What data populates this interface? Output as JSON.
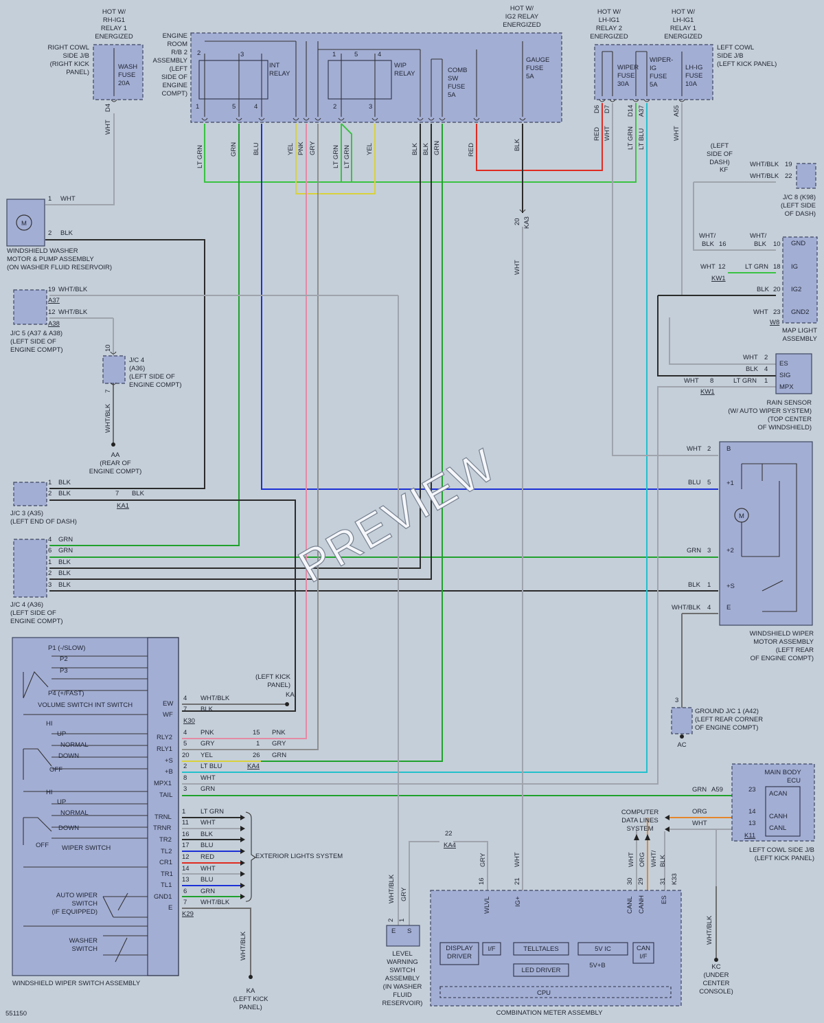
{
  "watermark": "PREVIEW",
  "figure_id": "551150",
  "colors": {
    "WHT": "#9fa4ac",
    "BLK": "#2b2b2b",
    "GRN": "#1fa12c",
    "LT_GRN": "#39c241",
    "BLU": "#1b2fd6",
    "LT_BLU": "#22c0cc",
    "YEL": "#d9d23c",
    "PNK": "#e58aa4",
    "GRY": "#8e8e8e",
    "RED": "#e02a20",
    "ORG": "#e4862a",
    "WHT_BLK": "#6e6e6e"
  },
  "components": {
    "wash_jb_title": [
      "HOT W/",
      "RH-IG1",
      "RELAY 1",
      "ENERGIZED"
    ],
    "right_cowl": [
      "RIGHT COWL",
      "SIDE J/B",
      "(RIGHT KICK",
      "PANEL)"
    ],
    "wash_fuse": [
      "WASH",
      "FUSE",
      "20A"
    ],
    "engine_room": [
      "ENGINE",
      "ROOM",
      "R/B 2",
      "ASSEMBLY",
      "(LEFT",
      "SIDE OF",
      "ENGINE",
      "COMPT)"
    ],
    "int_relay": [
      "INT",
      "RELAY"
    ],
    "wip_relay": [
      "WIP",
      "RELAY"
    ],
    "comb_fuse": [
      "COMB",
      "SW",
      "FUSE",
      "5A"
    ],
    "ig2_title": [
      "HOT W/",
      "IG2 RELAY",
      "ENERGIZED"
    ],
    "gauge_fuse": [
      "GAUGE",
      "FUSE",
      "5A"
    ],
    "lh_relay2": [
      "HOT W/",
      "LH-IG1",
      "RELAY 2",
      "ENERGIZED"
    ],
    "lh_relay1": [
      "HOT W/",
      "LH-IG1",
      "RELAY 1",
      "ENERGIZED"
    ],
    "left_cowl": [
      "LEFT COWL",
      "SIDE J/B",
      "(LEFT KICK PANEL)"
    ],
    "wiper_fuse": [
      "WIPER",
      "FUSE",
      "30A"
    ],
    "wiperig_fuse": [
      "WIPER-",
      "IG",
      "FUSE",
      "5A"
    ],
    "lhig_fuse": [
      "LH-IG",
      "FUSE",
      "10A"
    ],
    "washer_motor": [
      "WINDSHIELD WASHER",
      "MOTOR & PUMP ASSEMBLY",
      "(ON WASHER FLUID RESERVOIR)"
    ],
    "jc5": [
      "J/C 5 (A37 & A38)",
      "(LEFT SIDE OF",
      "ENGINE COMPT)"
    ],
    "jc4_small": [
      "J/C 4",
      "(A36)",
      "(LEFT SIDE OF",
      "ENGINE COMPT)"
    ],
    "gnd_aa": [
      "AA",
      "(REAR OF",
      "ENGINE COMPT)"
    ],
    "jc3": [
      "J/C 3 (A35)",
      "(LEFT END OF DASH)"
    ],
    "jc4": [
      "J/C 4 (A36)",
      "(LEFT SIDE OF",
      "ENGINE COMPT)"
    ],
    "left_dash_kf": [
      "(LEFT",
      "SIDE OF",
      "DASH)"
    ],
    "jc8": [
      "J/C 8 (K98)",
      "(LEFT SIDE",
      "OF DASH)"
    ],
    "map_light": [
      "MAP LIGHT",
      "ASSEMBLY"
    ],
    "rain_sensor": [
      "RAIN SENSOR",
      "(W/ AUTO WIPER SYSTEM)",
      "(TOP CENTER",
      "OF WINDSHIELD)"
    ],
    "wiper_motor": [
      "WINDSHIELD WIPER",
      "MOTOR ASSEMBLY",
      "(LEFT REAR",
      "OF ENGINE COMPT)"
    ],
    "ground_jc1": [
      "GROUND J/C 1 (A42)",
      "(LEFT REAR CORNER",
      "OF ENGINE COMPT)"
    ],
    "main_body_ecu": [
      "MAIN BODY",
      "ECU"
    ],
    "left_cowl2": [
      "LEFT COWL SIDE J/B",
      "(LEFT KICK PANEL)"
    ],
    "computer_data": [
      "COMPUTER",
      "DATA LINES",
      "SYSTEM"
    ],
    "ext_lights": "EXTERIOR LIGHTS SYSTEM",
    "ka_kick": [
      "(LEFT KICK",
      "PANEL)"
    ],
    "ka_bottom": [
      "KA",
      "(LEFT KICK",
      "PANEL)"
    ],
    "kc": [
      "KC",
      "(UNDER",
      "CENTER",
      "CONSOLE)"
    ],
    "level_switch": [
      "LEVEL",
      "WARNING",
      "SWITCH",
      "ASSEMBLY",
      "(IN WASHER",
      "FLUID",
      "RESERVOIR)"
    ],
    "combo_meter": "COMBINATION METER ASSEMBLY",
    "meter_blocks": {
      "display": [
        "DISPLAY",
        "DRIVER"
      ],
      "if1": "I/F",
      "telltales": "TELLTALES",
      "led": "LED DRIVER",
      "ic5v": "5V IC",
      "can_if": [
        "CAN",
        "I/F"
      ],
      "cpu": "CPU",
      "v5b": "5V+B"
    },
    "switch_assembly": "WINDSHIELD WIPER SWITCH ASSEMBLY",
    "volume_switch": "VOLUME SWITCH INT SWITCH",
    "wiper_switch": "WIPER SWITCH",
    "auto_wiper": [
      "AUTO WIPER",
      "SWITCH",
      "(IF EQUIPPED)"
    ],
    "washer_switch": [
      "WASHER",
      "SWITCH"
    ],
    "vol_positions": [
      "P1 (-/SLOW)",
      "P2",
      "P3",
      "P4 (+/FAST)"
    ],
    "mist_positions": [
      "HI",
      "UP",
      "NORMAL",
      "DOWN",
      "OFF"
    ],
    "wiper_positions": [
      "HI",
      "UP",
      "NORMAL",
      "DOWN",
      "OFF"
    ],
    "switch_pins": [
      "EW",
      "WF",
      "RLY2",
      "RLY1",
      "+S",
      "+B",
      "MPX1",
      "TAIL",
      "TRNL",
      "TRNR",
      "TR2",
      "TL2",
      "CR1",
      "TR1",
      "TL1",
      "GND1",
      "E"
    ]
  }
}
